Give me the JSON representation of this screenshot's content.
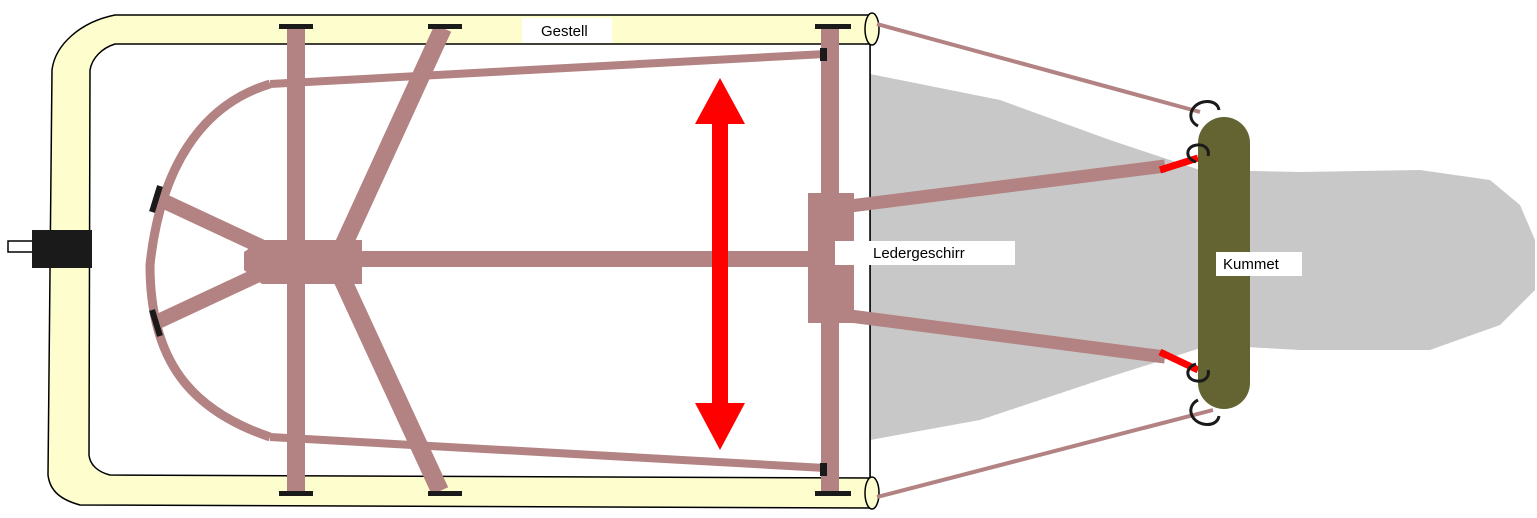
{
  "labels": {
    "frame": "Gestell",
    "harness": "Ledergeschirr",
    "collar": "Kummet"
  },
  "colors": {
    "background": "#ffffff",
    "frame_fill": "#fefdce",
    "frame_stroke": "#000000",
    "body_gray": "#c8c8c8",
    "harness_strap": "#b38282",
    "double_arrow": "#ff0000",
    "collar": "#646432",
    "clip": "#1a1a1a",
    "red_link": "#ff0000"
  },
  "icons": {
    "arrow": "double-headed-arrow-icon",
    "hook": "hook-icon",
    "hitch": "hitch-icon"
  }
}
